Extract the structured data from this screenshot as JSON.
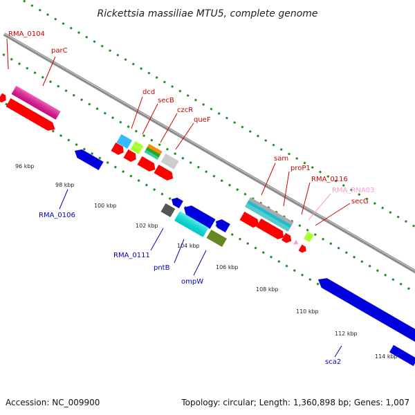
{
  "header": {
    "title": "Rickettsia massiliae MTU5, complete genome"
  },
  "footer": {
    "accession": "Accession: NC_009900",
    "summary": "Topology: circular; Length: 1,360,898 bp; Genes: 1,007"
  },
  "ticks": [
    "96 kbp",
    "98 kbp",
    "100 kbp",
    "102 kbp",
    "104 kbp",
    "106 kbp",
    "108 kbp",
    "110 kbp",
    "112 kbp",
    "114 kbp"
  ],
  "gene_labels": {
    "rma0104": "RMA_0104",
    "parc": "parC",
    "dcd": "dcd",
    "secb": "secB",
    "czcr": "czcR",
    "quef": "queF",
    "sam": "sam",
    "prop1": "proP1",
    "rma0116": "RMA_0116",
    "rmarna03": "RMA_RNA03",
    "secg": "secG",
    "rma0106": "RMA_0106",
    "rma0111": "RMA_0111",
    "pntb": "pntB",
    "ompw": "ompW",
    "sca2": "sca2"
  },
  "colors": {
    "forward_label": "#cc0000",
    "reverse_label": "#0000bb",
    "rna_label": "#ff99cc",
    "backbone": "#8c8c8c",
    "tick_dots": "#228b22"
  }
}
